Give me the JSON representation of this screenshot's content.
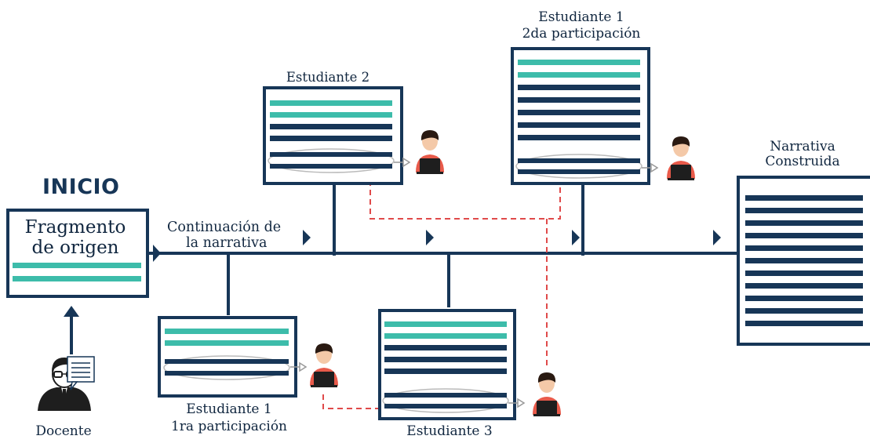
{
  "title": "INICIO",
  "origin_box": {
    "line1": "Fragmento",
    "line2": "de origen"
  },
  "continuation": {
    "line1": "Continuación de",
    "line2": "la narrativa"
  },
  "teacher_label": "Docente",
  "student2_label": "Estudiante 2",
  "student1_second": {
    "line1": "Estudiante 1",
    "line2": "2da participación"
  },
  "student1_first": {
    "line1": "Estudiante 1",
    "line2": "1ra participación"
  },
  "student3_label": "Estudiante 3",
  "final_box": {
    "line1": "Narrativa",
    "line2": "Construida"
  },
  "colors": {
    "navy": "#173657",
    "teal": "#3dbcaa",
    "red": "#e04a4a",
    "person_red": "#e85a4a"
  }
}
